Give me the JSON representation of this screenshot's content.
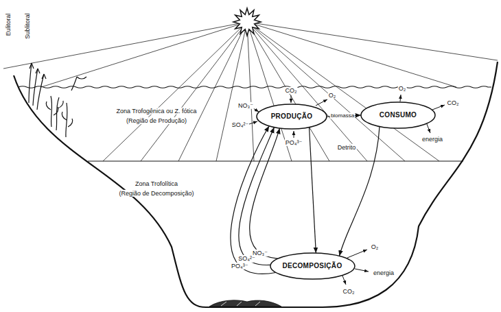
{
  "diagram": {
    "nodes": [
      {
        "text": [
          "PRODUÇÃO"
        ]
      },
      {
        "text": [
          "CONSUMO"
        ]
      },
      {
        "text": [
          "DECOMPOSIÇÃO"
        ]
      }
    ],
    "edges": [
      {
        "from": 0,
        "to": 1,
        "arrow": "to",
        "label": "biomassa"
      },
      {
        "from": 1,
        "to": 2,
        "arrow": "to",
        "label": "Detrito"
      },
      {
        "from": 0,
        "to": 2,
        "arrow": "to"
      },
      {
        "from": 2,
        "to": 0,
        "arrow": "to",
        "label": "NO₃⁻"
      },
      {
        "from": 2,
        "to": 0,
        "arrow": "to",
        "label": "SO₄²⁻"
      },
      {
        "from": 2,
        "to": 0,
        "arrow": "to",
        "label": "PO₄³⁻"
      }
    ],
    "labels": [
      "Eulitoral",
      "Sublitoral",
      "Zona Trofogênica ou Z. fótica",
      "(Região de Produção)",
      "Zona Trofolítica",
      "(Região de Decomposição)",
      "CO₂",
      "O₂",
      "NO₃⁻",
      "SO₄²⁻",
      "PO₄³⁻",
      "O₂",
      "CO₂",
      "energia",
      "O₂",
      "energia",
      "CO₂"
    ]
  }
}
